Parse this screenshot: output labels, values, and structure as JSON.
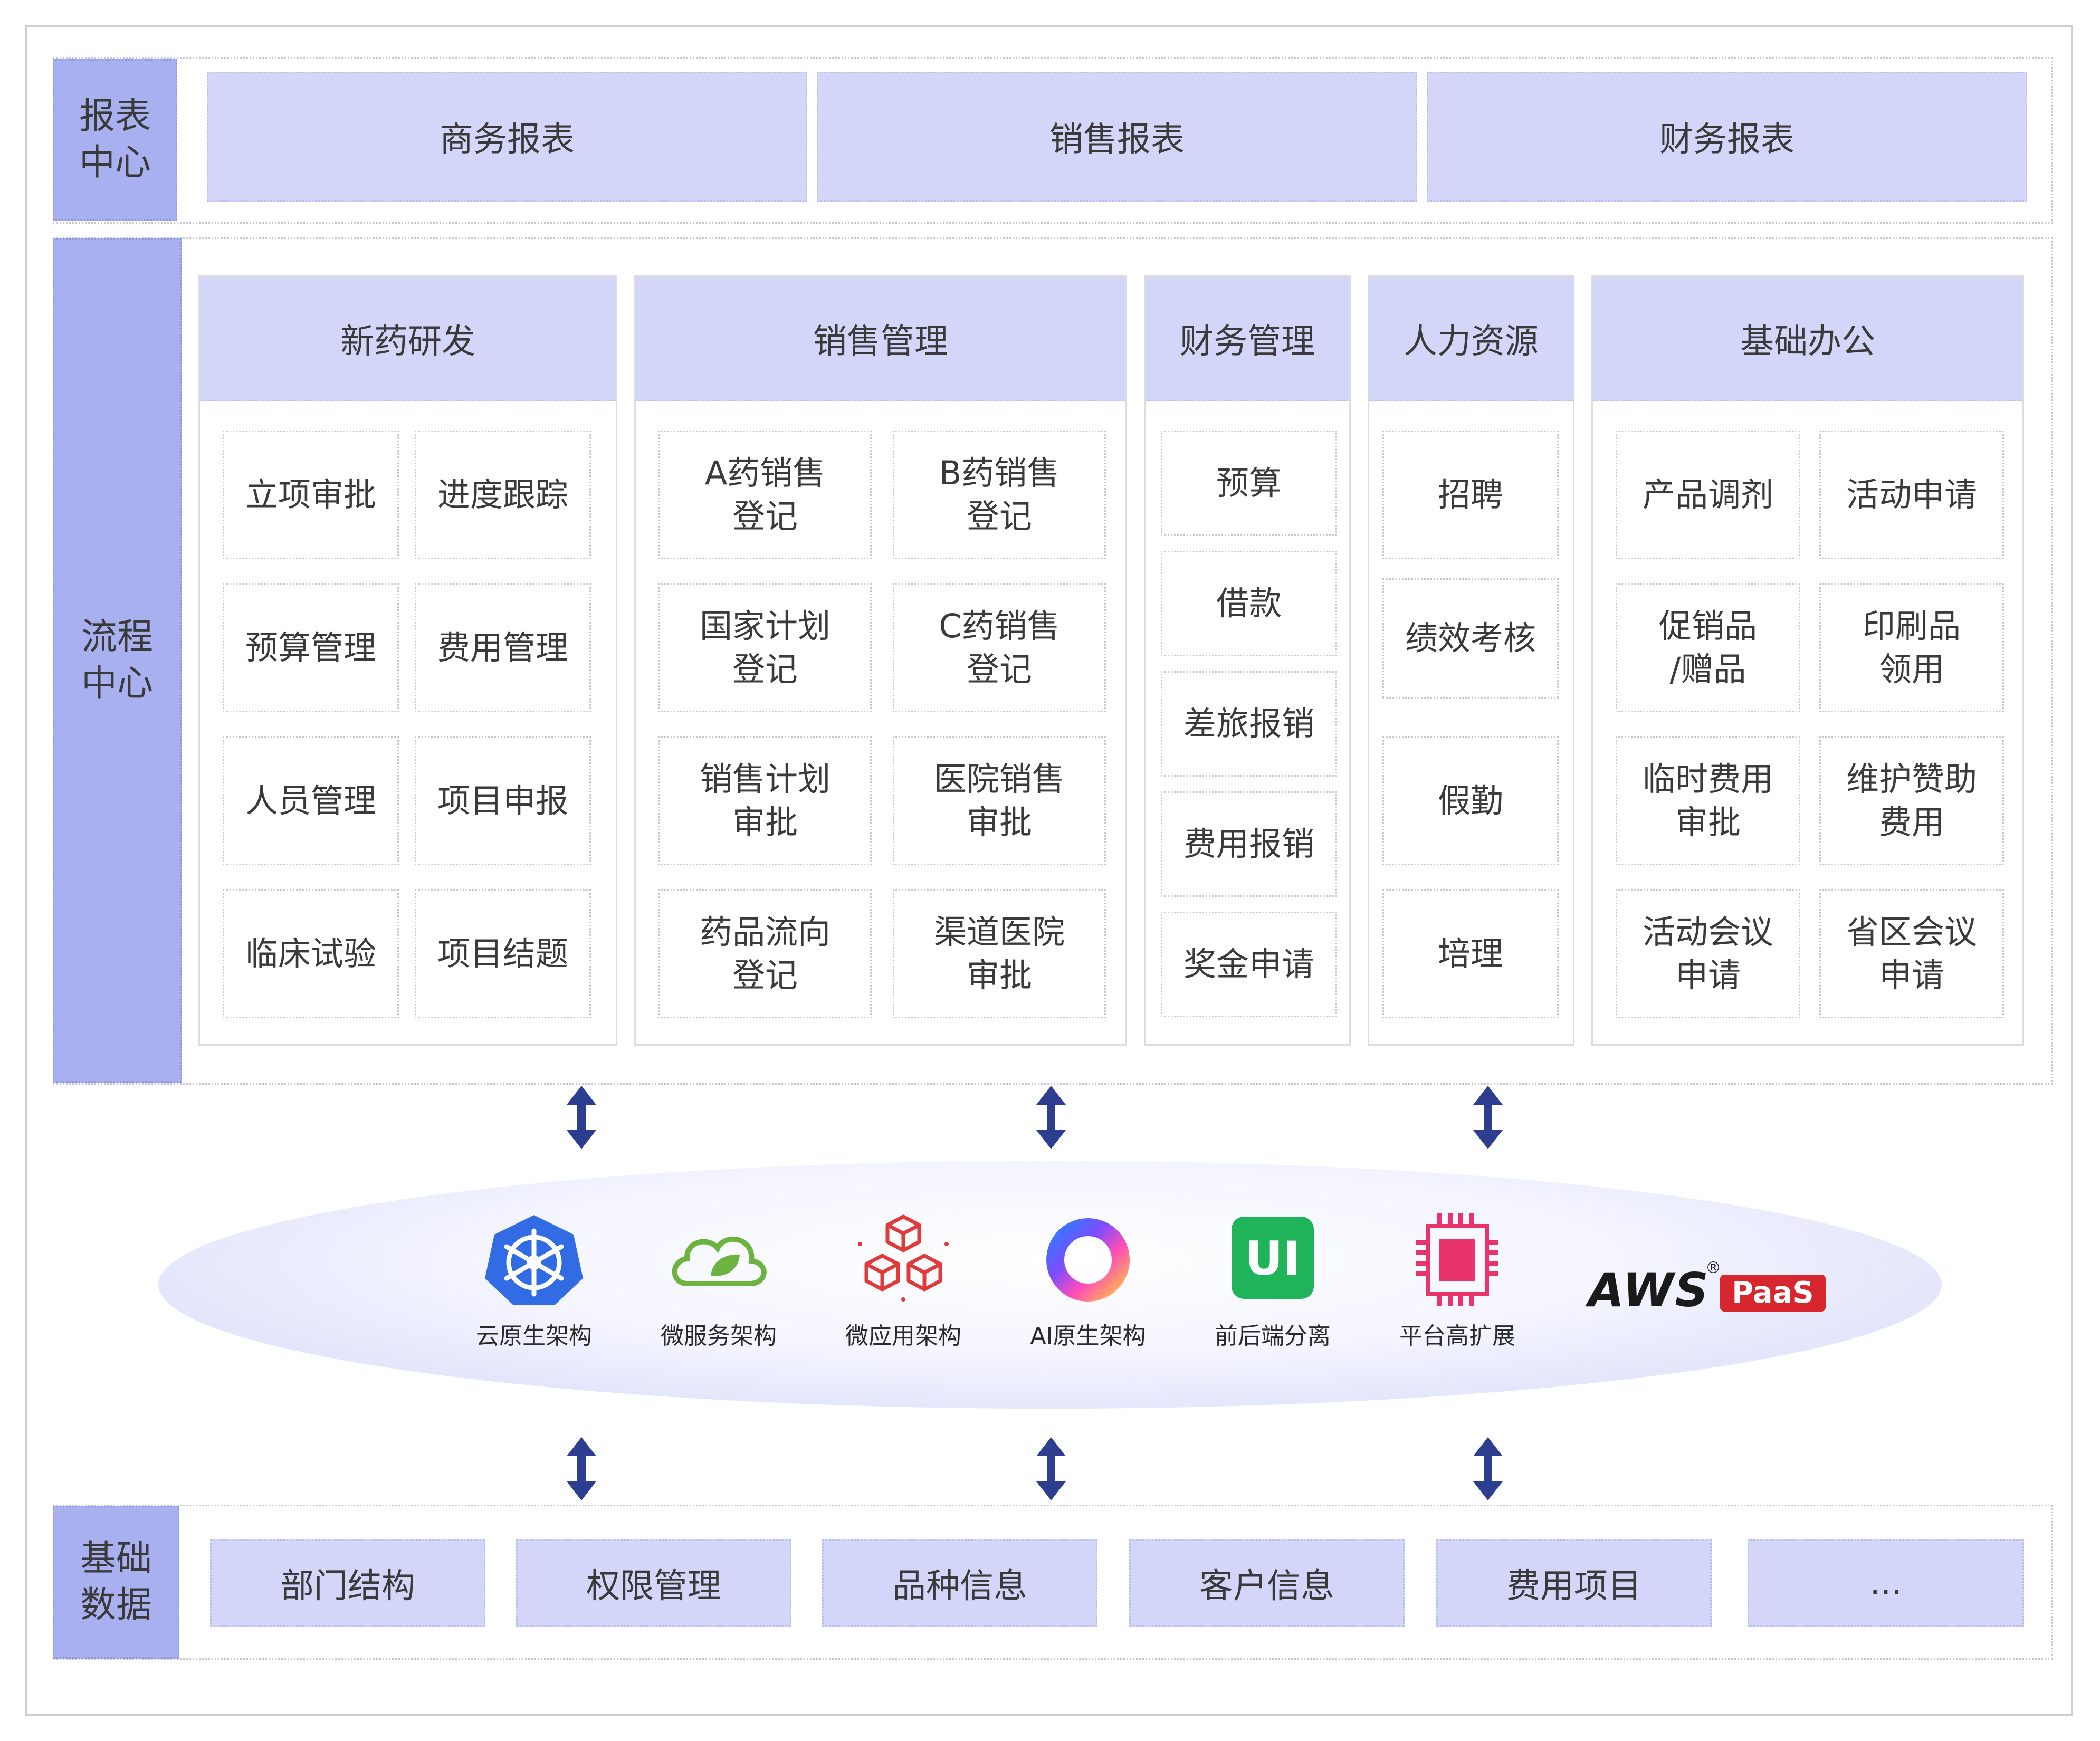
{
  "report_center": {
    "label_line1": "报表",
    "label_line2": "中心",
    "items": [
      "商务报表",
      "销售报表",
      "财务报表"
    ]
  },
  "process_center": {
    "label_line1": "流程",
    "label_line2": "中心",
    "columns": [
      {
        "title": "新药研发",
        "items": [
          "立项审批",
          "进度跟踪",
          "预算管理",
          "费用管理",
          "人员管理",
          "项目申报",
          "临床试验",
          "项目结题"
        ]
      },
      {
        "title": "销售管理",
        "items": [
          "A药销售\n登记",
          "B药销售\n登记",
          "国家计划\n登记",
          "C药销售\n登记",
          "销售计划\n审批",
          "医院销售\n审批",
          "药品流向\n登记",
          "渠道医院\n审批"
        ]
      },
      {
        "title": "财务管理",
        "items": [
          "预算",
          "借款",
          "差旅报销",
          "费用报销",
          "奖金申请"
        ]
      },
      {
        "title": "人力资源",
        "items": [
          "招聘",
          "绩效考核",
          "假勤",
          "培理"
        ]
      },
      {
        "title": "基础办公",
        "items": [
          "产品调剂",
          "活动申请",
          "促销品\n/赠品",
          "印刷品\n领用",
          "临时费用\n审批",
          "维护赞助\n费用",
          "活动会议\n申请",
          "省区会议\n申请"
        ]
      }
    ]
  },
  "platform": {
    "techs": [
      {
        "label": "云原生架构",
        "icon": "kubernetes-icon",
        "color": "#326ce5"
      },
      {
        "label": "微服务架构",
        "icon": "spring-cloud-icon",
        "color": "#6db33f"
      },
      {
        "label": "微应用架构",
        "icon": "cubes-icon",
        "color": "#e03a3a"
      },
      {
        "label": "AI原生架构",
        "icon": "ai-ring-icon",
        "color": "#7b4dff"
      },
      {
        "label": "前后端分离",
        "icon": "ui-icon",
        "color": "#1fb35a"
      },
      {
        "label": "平台高扩展",
        "icon": "chip-icon",
        "color": "#e8336b"
      }
    ],
    "logo_text": "AWS",
    "logo_badge": "PaaS",
    "logo_color": "#d7262e"
  },
  "base_data": {
    "label_line1": "基础",
    "label_line2": "数据",
    "items": [
      "部门结构",
      "权限管理",
      "品种信息",
      "客户信息",
      "费用项目",
      "..."
    ]
  },
  "colors": {
    "accent": "#a8b0ef",
    "light": "#d3d6f8",
    "arrow": "#2d3d8f"
  }
}
